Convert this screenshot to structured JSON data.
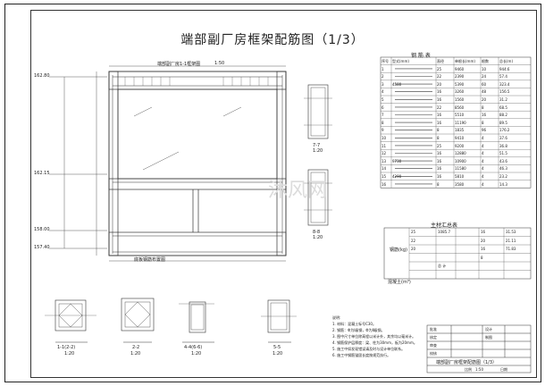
{
  "title": "端部副厂房框架配筋图（1/3）",
  "frame_label": "端部副厂房1-1框架图",
  "frame_scale": "1:50",
  "beam_label": "底板钢筋布置图",
  "section_7": {
    "label": "7-7",
    "scale": "1:20"
  },
  "section_8": {
    "label": "8-8",
    "scale": "1:20"
  },
  "rebar_table": {
    "title": "钢  筋  表",
    "headers": [
      "序号",
      "型式(mm)",
      "直径",
      "单根长(mm)",
      "根数",
      "总长(m)"
    ],
    "rows": [
      [
        "1",
        "",
        "25",
        "9460",
        "10",
        "944.6"
      ],
      [
        "2",
        "",
        "22",
        "2390",
        "24",
        "57.4"
      ],
      [
        "3",
        "4580",
        "20",
        "5390",
        "60",
        "323.4"
      ],
      [
        "4",
        "",
        "16",
        "3260",
        "48",
        "156.5"
      ],
      [
        "5",
        "",
        "16",
        "1560",
        "20",
        "31.2"
      ],
      [
        "6",
        "",
        "22",
        "8560",
        "8",
        "68.5"
      ],
      [
        "7",
        "",
        "16",
        "5510",
        "16",
        "88.2"
      ],
      [
        "8",
        "",
        "16",
        "11190",
        "8",
        "89.5"
      ],
      [
        "9",
        "",
        "8",
        "1835",
        "96",
        "176.2"
      ],
      [
        "10",
        "",
        "8",
        "9410",
        "4",
        "37.6"
      ],
      [
        "11",
        "",
        "25",
        "9200",
        "4",
        "36.8"
      ],
      [
        "12",
        "",
        "16",
        "12880",
        "4",
        "51.5"
      ],
      [
        "13",
        "9730",
        "16",
        "10900",
        "4",
        "43.6"
      ],
      [
        "14",
        "",
        "16",
        "11580",
        "4",
        "46.3"
      ],
      [
        "15",
        "4290",
        "16",
        "5810",
        "4",
        "23.2"
      ],
      [
        "16",
        "",
        "8",
        "3580",
        "4",
        "14.3"
      ]
    ]
  },
  "summary_table": {
    "title": "主材汇总表",
    "label_rebar": "钢筋(kg)",
    "label_concrete": "混凝土(m³)",
    "rows": [
      [
        "25",
        "1085.7",
        "",
        "16",
        "31.53",
        ""
      ],
      [
        "22",
        "",
        "",
        "20",
        "21.11",
        ""
      ],
      [
        "20",
        "",
        "",
        "16",
        "71.83",
        ""
      ],
      [
        "",
        "",
        "",
        "8",
        "",
        ""
      ],
      [
        "",
        "总 计",
        "",
        "",
        "",
        ""
      ]
    ]
  },
  "sections": [
    {
      "label": "1-1(2-2)",
      "scale": "1:20"
    },
    {
      "label": "2-2",
      "scale": "1:20"
    },
    {
      "label": "4-4(6-6)",
      "scale": "1:20"
    },
    {
      "label": "5-5",
      "scale": "1:20"
    }
  ],
  "notes": [
    "说明:",
    "1. 材料：混凝土标号C30。",
    "2. 钢筋：Φ为Ⅰ级钢，Φ为Ⅱ级钢。",
    "3. 图中尺寸单位除高程以米计外，其余均以毫米计。",
    "4. 钢筋保护层厚度：梁、柱为30mm，板为20mm。",
    "5. 施工中如发现错误请及时与设计单位联系。",
    "6. 施工中钢筋锚固长度按规范执行。"
  ],
  "titleblock": {
    "drawing_name": "端部副厂房框架配筋图（1/3）",
    "scale_label": "比例",
    "scale_value": "1:50",
    "date_label": "日期",
    "row_labels": [
      "批准",
      "核定",
      "审查",
      "校核",
      "设计",
      "制图"
    ]
  },
  "watermark": "沐风网",
  "elevations": [
    "162.80",
    "162.15",
    "158.00",
    "157.40"
  ]
}
